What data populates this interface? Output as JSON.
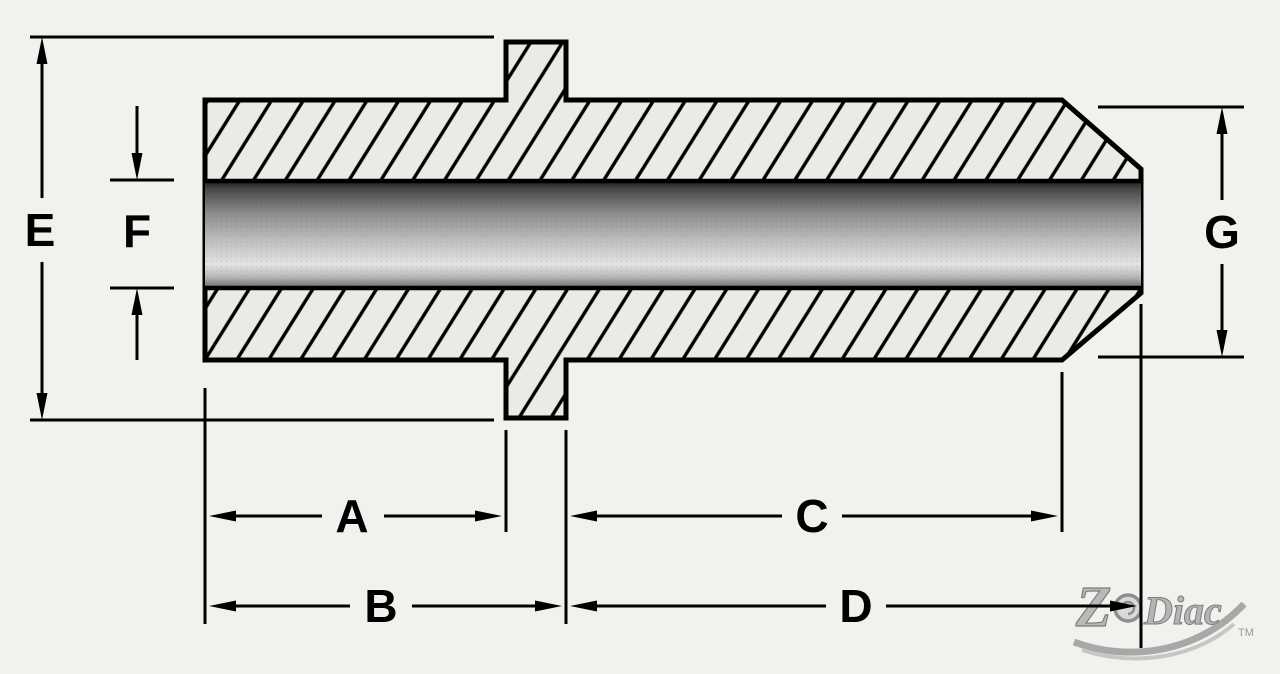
{
  "page": {
    "background_color": "#f2f1ed",
    "line_color": "#000000"
  },
  "diagram": {
    "type": "valve-guide-cross-section",
    "description_labels_visible": [
      "A",
      "B",
      "C",
      "D",
      "E",
      "F",
      "G"
    ],
    "labels": {
      "A": "A",
      "B": "B",
      "C": "C",
      "D": "D",
      "E": "E",
      "F": "F",
      "G": "G"
    },
    "colors": {
      "hatch_background": "#eceae5",
      "hatch_line": "#000000",
      "bore_dark": "#1d1d1d",
      "bore_light": "#e3e3e3",
      "outline": "#000000"
    }
  },
  "logo": {
    "z": "Z",
    "rest": "Diac",
    "tm": "TM",
    "gray": "#a8a8a8"
  }
}
